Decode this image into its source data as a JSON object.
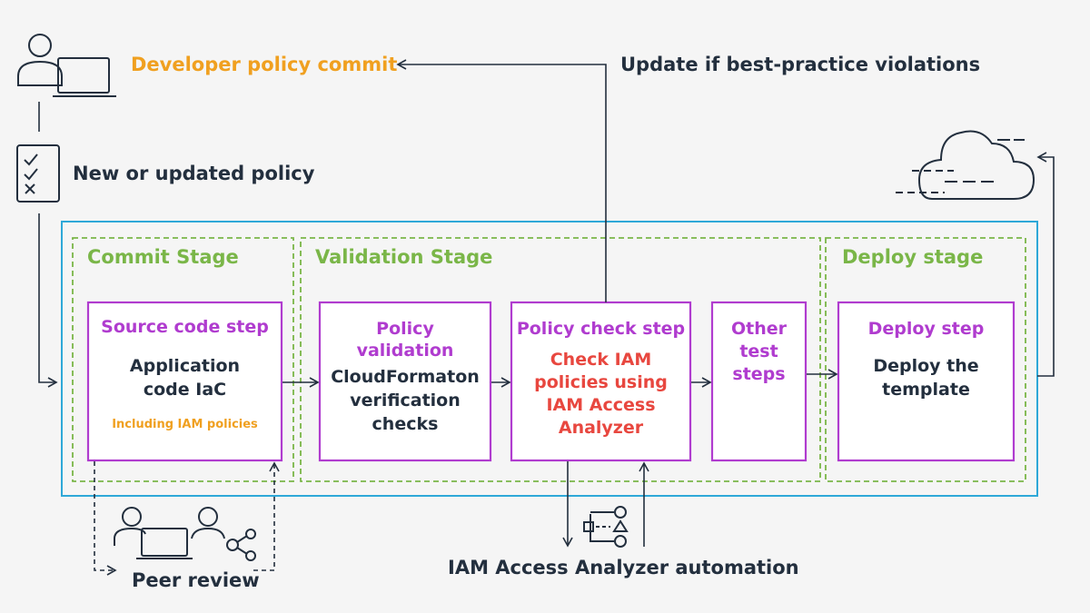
{
  "top": {
    "developer_commit": "Developer policy commit",
    "update_violations": "Update if best-practice violations",
    "new_policy": "New or updated policy"
  },
  "stages": {
    "commit": "Commit Stage",
    "validation": "Validation Stage",
    "deploy": "Deploy stage"
  },
  "steps": {
    "source": {
      "title": "Source code step",
      "body": [
        "Application",
        "code IaC"
      ],
      "note": "Including IAM policies"
    },
    "policy_validation": {
      "title": [
        "Policy",
        "validation"
      ],
      "body": [
        "CloudFormaton",
        "verification",
        "checks"
      ]
    },
    "policy_check": {
      "title": "Policy check step",
      "body": [
        "Check IAM",
        "policies using",
        "IAM Access",
        "Analyzer"
      ]
    },
    "other_test": {
      "title": [
        "Other",
        "test",
        "steps"
      ]
    },
    "deploy": {
      "title": "Deploy step",
      "body": [
        "Deploy the",
        "template"
      ]
    }
  },
  "bottom": {
    "peer_review": "Peer review",
    "analyzer_automation": "IAM Access Analyzer automation"
  },
  "colors": {
    "outer_border": "#2ea8d8",
    "stage_border": "#7ab648",
    "step_border": "#b03ccf",
    "stage_label": "#7ab648",
    "step_title": "#b03ccf",
    "highlight_red": "#e8473f",
    "orange": "#f0a020",
    "dark": "#232f3e"
  },
  "icons": [
    "developer-laptop-icon",
    "checklist-icon",
    "cloud-icon",
    "peer-review-icon",
    "access-analyzer-icon"
  ]
}
